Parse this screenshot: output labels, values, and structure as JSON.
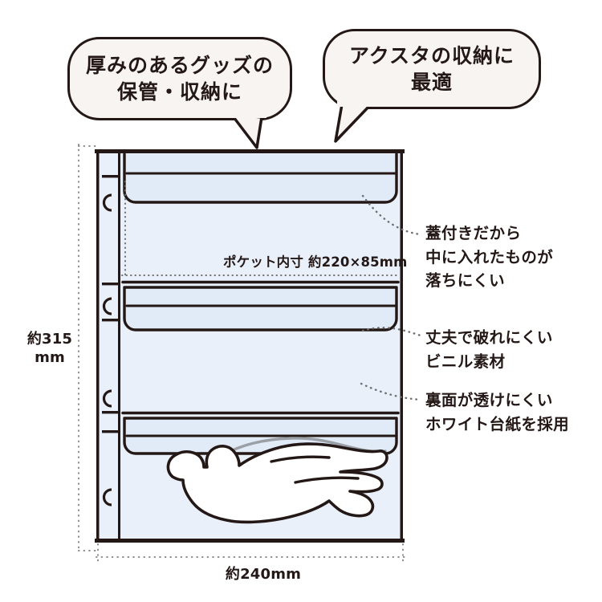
{
  "page": {
    "background_color": "#FFFFFF",
    "ink_color": "#231815",
    "sheet_fill_color": "#E9F0FA",
    "bubble_fill_color": "#F7F4F1"
  },
  "bubbles": [
    {
      "id": "thick-goods-storage",
      "line1": "厚みのあるグッズの",
      "line2": "保管・収納に"
    },
    {
      "id": "acrylic-stand-storage",
      "line1": "アクスタの収納に",
      "line2": "最適"
    }
  ],
  "annotations": [
    {
      "id": "lid-feature",
      "line1": "蓋付きだから",
      "line2": "中に入れたものが",
      "line3": "落ちにくい"
    },
    {
      "id": "vinyl-feature",
      "line1": "丈夫で破れにくい",
      "line2": "ビニル素材"
    },
    {
      "id": "white-board-feature",
      "line1": "裏面が透けにくい",
      "line2": "ホワイト台紙を採用"
    }
  ],
  "dimensions": {
    "height_line1": "約315",
    "height_line2": "mm",
    "width": "約240mm",
    "pocket_inner_size": "ポケット内寸 約220×85mm"
  },
  "product": {
    "binder_holes_count": 4,
    "pockets_count": 3,
    "figure": "acrylic-stand-silhouette"
  }
}
